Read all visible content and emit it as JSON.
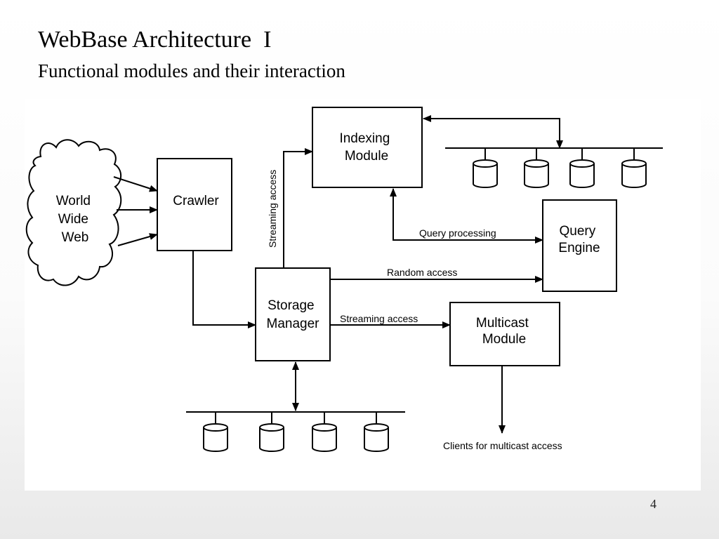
{
  "title": "WebBase Architecture  I",
  "subtitle": "Functional modules and their interaction",
  "page_number": "4",
  "nodes": {
    "world_wide_web": [
      "World",
      "Wide",
      "Web"
    ],
    "crawler": [
      "Crawler"
    ],
    "storage_manager": [
      "Storage",
      "Manager"
    ],
    "indexing_module": [
      "Indexing",
      "Module"
    ],
    "query_engine": [
      "Query",
      "Engine"
    ],
    "multicast_module": [
      "Multicast",
      "Module"
    ]
  },
  "edges": {
    "storage_to_indexing": "Streaming access",
    "indexing_to_query": "Query  processing",
    "storage_to_query": "Random access",
    "storage_to_multicast": "Streaming access",
    "multicast_output": "Clients for multicast access"
  },
  "disk_groups": {
    "index_disks": 4,
    "storage_disks": 4
  }
}
